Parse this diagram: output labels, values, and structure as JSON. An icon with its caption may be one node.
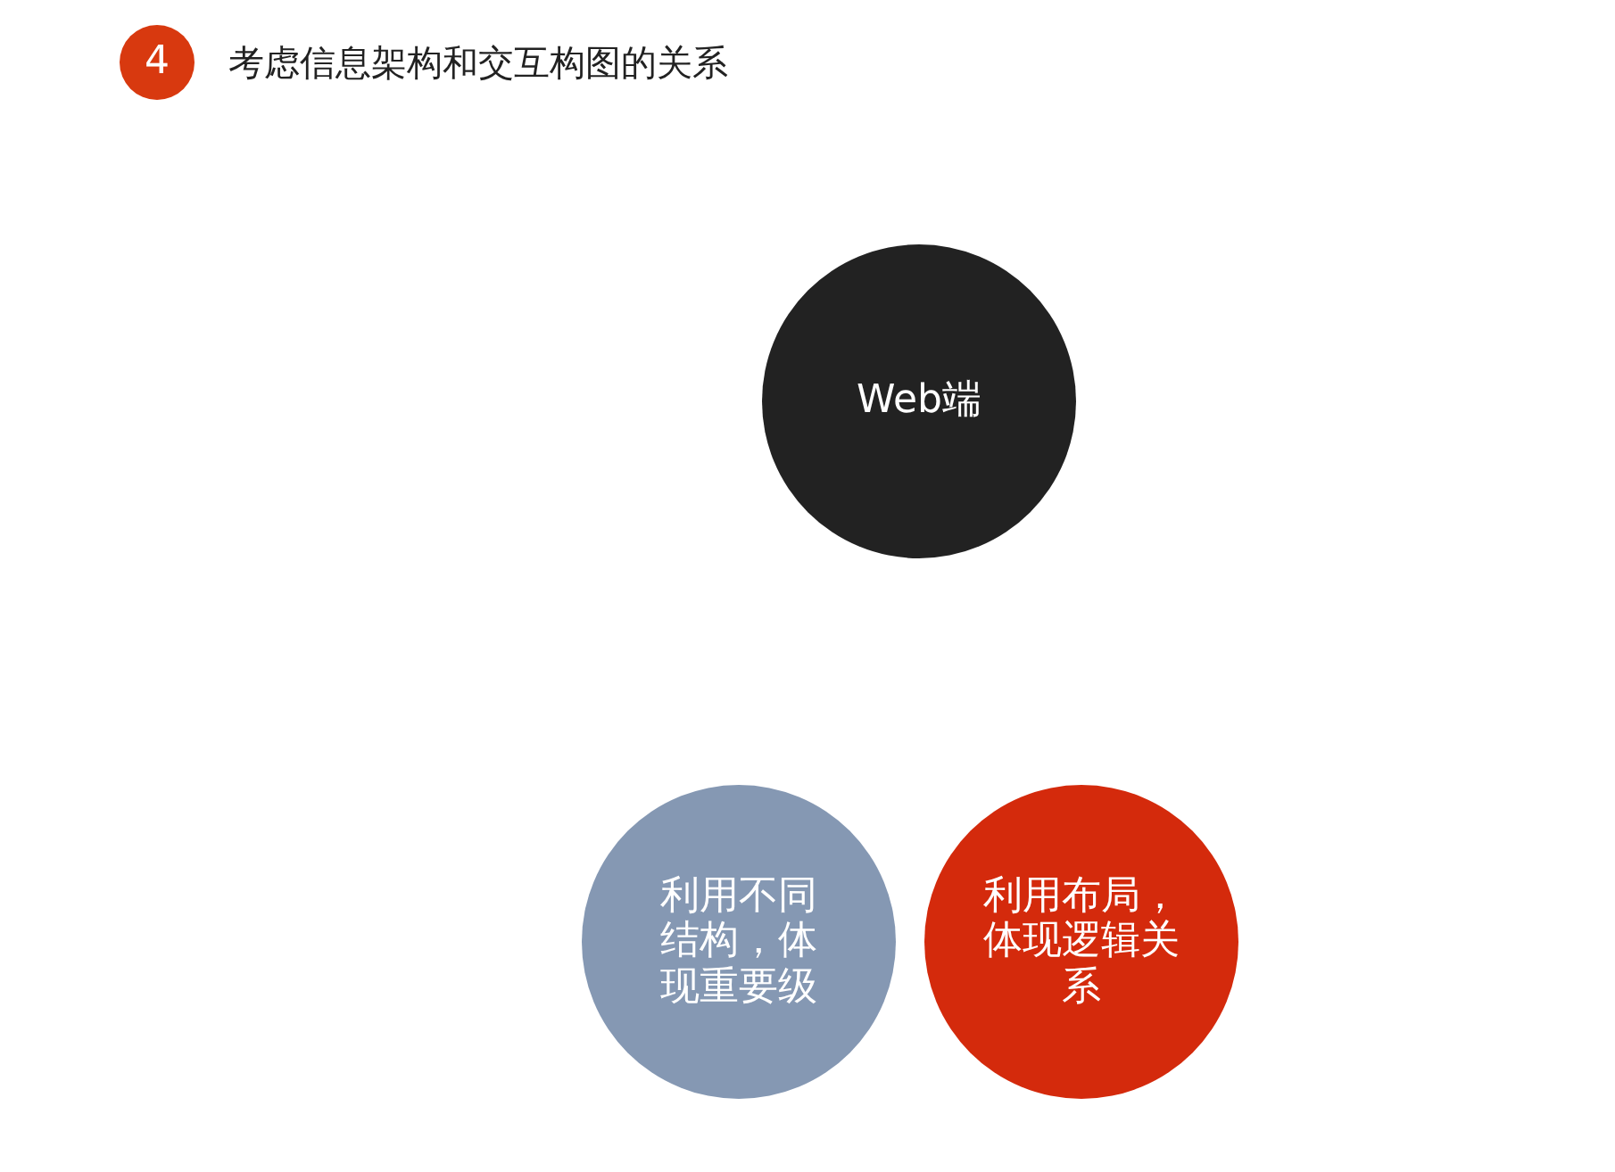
{
  "diagram": {
    "title": "考虑信息架构和交互构图的关系",
    "nodes": [
      {
        "text": [
          "4"
        ]
      },
      {
        "text": [
          "Web端"
        ]
      },
      {
        "text": [
          "利用不同结构，体现重要级"
        ]
      },
      {
        "text": [
          "利用布局，体现逻辑关系"
        ]
      }
    ]
  }
}
